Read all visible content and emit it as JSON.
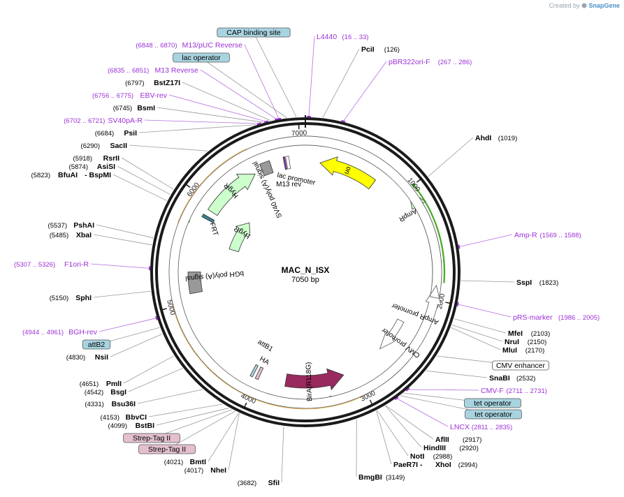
{
  "credit": {
    "prefix": "Created by",
    "brand": "SnapGene"
  },
  "plasmid": {
    "name": "MAC_N_ISX",
    "size_label": "7050 bp",
    "length": 7050
  },
  "colors": {
    "site_label": "#000000",
    "primer_label": "#9b30d6",
    "feature_box_blue": "#a8d4e0",
    "feature_box_pink": "#e3bfcf",
    "ori": "#ffff00",
    "ampr": "#ccffcc",
    "hygr": "#ccffcc",
    "birA": "#992a5e",
    "backbone": "#1a1a1a",
    "orange_ring": "#f0b85a",
    "green_arrow": "#44aa22"
  },
  "ticks": [
    {
      "pos": 1000,
      "label": "1000"
    },
    {
      "pos": 2000,
      "label": "2000"
    },
    {
      "pos": 3000,
      "label": "3000"
    },
    {
      "pos": 4000,
      "label": "4000"
    },
    {
      "pos": 5000,
      "label": "5000"
    },
    {
      "pos": 6000,
      "label": "6000"
    },
    {
      "pos": 7000,
      "label": "7000"
    }
  ],
  "labels": [
    {
      "id": "cap-binding-site",
      "kind": "boxed-blue",
      "name": "CAP binding site",
      "pos": 6985
    },
    {
      "id": "l4440",
      "kind": "primer",
      "name": "L4440",
      "coords": "(16 .. 33)",
      "pos": 25
    },
    {
      "id": "pcii",
      "kind": "site",
      "name": "PciI",
      "coords": "(126)",
      "pos": 126
    },
    {
      "id": "pbr322ori-f",
      "kind": "primer",
      "name": "pBR322ori-F",
      "coords": "(267 .. 286)",
      "pos": 276
    },
    {
      "id": "m13-puc-reverse",
      "kind": "primer",
      "name": "M13/pUC Reverse",
      "coords": "(6848 .. 6870)",
      "pos": 6859
    },
    {
      "id": "lac-operator",
      "kind": "boxed-blue",
      "name": "lac operator",
      "pos": 6915
    },
    {
      "id": "m13-reverse",
      "kind": "primer",
      "name": "M13 Reverse",
      "coords": "(6835 .. 6851)",
      "pos": 6843
    },
    {
      "id": "bstz17i",
      "kind": "site",
      "name": "BstZ17I",
      "coords": "(6797)",
      "pos": 6797
    },
    {
      "id": "ebv-rev",
      "kind": "primer",
      "name": "EBV-rev",
      "coords": "(6756 .. 6775)",
      "pos": 6765
    },
    {
      "id": "bsmi",
      "kind": "site",
      "name": "BsmI",
      "coords": "(6745)",
      "pos": 6745
    },
    {
      "id": "sv40pa-r",
      "kind": "primer",
      "name": "SV40pA-R",
      "coords": "(6702 .. 6721)",
      "pos": 6711
    },
    {
      "id": "psii",
      "kind": "site",
      "name": "PsiI",
      "coords": "(6684)",
      "pos": 6684
    },
    {
      "id": "sacii",
      "kind": "site",
      "name": "SacII",
      "coords": "(6290)",
      "pos": 6290
    },
    {
      "id": "rsrii",
      "kind": "site",
      "name": "RsrII",
      "coords": "(5918)",
      "pos": 5918
    },
    {
      "id": "asisi",
      "kind": "site",
      "name": "AsiSI",
      "coords": "(5874)",
      "pos": 5874
    },
    {
      "id": "bfuai",
      "kind": "site",
      "name": "BfuAI",
      "coords": "(5823)",
      "extra": "- BspMI",
      "pos": 5823
    },
    {
      "id": "pshai",
      "kind": "site",
      "name": "PshAI",
      "coords": "(5537)",
      "pos": 5537
    },
    {
      "id": "xbai",
      "kind": "site",
      "name": "XbaI",
      "coords": "(5485)",
      "pos": 5485
    },
    {
      "id": "f1ori-r",
      "kind": "primer",
      "name": "F1ori-R",
      "coords": "(5307 .. 5326)",
      "pos": 5316
    },
    {
      "id": "sphi",
      "kind": "site",
      "name": "SphI",
      "coords": "(5150)",
      "pos": 5150
    },
    {
      "id": "bgh-rev",
      "kind": "primer",
      "name": "BGH-rev",
      "coords": "(4944 .. 4961)",
      "pos": 4952
    },
    {
      "id": "attb2",
      "kind": "boxed-blue",
      "name": "attB2",
      "pos": 4880
    },
    {
      "id": "nsii",
      "kind": "site",
      "name": "NsiI",
      "coords": "(4830)",
      "pos": 4830
    },
    {
      "id": "pmli",
      "kind": "site",
      "name": "PmlI",
      "coords": "(4651)",
      "pos": 4651
    },
    {
      "id": "bsgi",
      "kind": "site",
      "name": "BsgI",
      "coords": "(4542)",
      "pos": 4542
    },
    {
      "id": "bsu36i",
      "kind": "site",
      "name": "Bsu36I",
      "coords": "(4331)",
      "pos": 4331
    },
    {
      "id": "bbvci",
      "kind": "site",
      "name": "BbvCI",
      "coords": "(4153)",
      "pos": 4153
    },
    {
      "id": "bstbi",
      "kind": "site",
      "name": "BstBI",
      "coords": "(4099)",
      "pos": 4099
    },
    {
      "id": "strep-tag-ii-1",
      "kind": "boxed-pink",
      "name": "Strep-Tag II",
      "pos": 4075
    },
    {
      "id": "strep-tag-ii-2",
      "kind": "boxed-pink",
      "name": "Strep-Tag II",
      "pos": 4050
    },
    {
      "id": "bmti",
      "kind": "site",
      "name": "BmtI",
      "coords": "(4021)",
      "pos": 4021
    },
    {
      "id": "nhei",
      "kind": "site",
      "name": "NheI",
      "coords": "(4017)",
      "pos": 4017
    },
    {
      "id": "sfii",
      "kind": "site",
      "name": "SfiI",
      "coords": "(3682)",
      "pos": 3682
    },
    {
      "id": "bmgbi",
      "kind": "site",
      "name": "BmgBI",
      "coords": "(3149)",
      "pos": 3149
    },
    {
      "id": "xhoi",
      "kind": "site",
      "name": "XhoI",
      "coords": "(2994)",
      "pre": "PaeR7I  -",
      "pos": 2994
    },
    {
      "id": "noti",
      "kind": "site",
      "name": "NotI",
      "coords": "(2988)",
      "pos": 2988
    },
    {
      "id": "hindiii",
      "kind": "site",
      "name": "HindIII",
      "coords": "(2920)",
      "pos": 2920
    },
    {
      "id": "afiii",
      "kind": "site",
      "name": "AflII",
      "coords": "(2917)",
      "pos": 2917
    },
    {
      "id": "lncx",
      "kind": "primer",
      "name": "LNCX",
      "coords": "(2811 .. 2835)",
      "pos": 2823
    },
    {
      "id": "tet-operator-2",
      "kind": "boxed-blue",
      "name": "tet operator",
      "pos": 2790
    },
    {
      "id": "tet-operator-1",
      "kind": "boxed-blue",
      "name": "tet operator",
      "pos": 2760
    },
    {
      "id": "cmv-f",
      "kind": "primer",
      "name": "CMV-F",
      "coords": "(2711 .. 2731)",
      "pos": 2721
    },
    {
      "id": "snabi",
      "kind": "site",
      "name": "SnaBI",
      "coords": "(2532)",
      "pos": 2532
    },
    {
      "id": "cmv-enhancer",
      "kind": "boxed-white",
      "name": "CMV enhancer",
      "pos": 2400
    },
    {
      "id": "mlui",
      "kind": "site",
      "name": "MluI",
      "coords": "(2170)",
      "pos": 2170
    },
    {
      "id": "nrui",
      "kind": "site",
      "name": "NruI",
      "coords": "(2150)",
      "pos": 2150
    },
    {
      "id": "mfei",
      "kind": "site",
      "name": "MfeI",
      "coords": "(2103)",
      "pos": 2103
    },
    {
      "id": "prs-marker",
      "kind": "primer",
      "name": "pRS-marker",
      "coords": "(1986 .. 2005)",
      "pos": 1995
    },
    {
      "id": "sspi",
      "kind": "site",
      "name": "SspI",
      "coords": "(1823)",
      "pos": 1823
    },
    {
      "id": "amp-r",
      "kind": "primer",
      "name": "Amp-R",
      "coords": "(1569 .. 1588)",
      "pos": 1578
    },
    {
      "id": "ahdi",
      "kind": "site",
      "name": "AhdI",
      "coords": "(1019)",
      "pos": 1019
    }
  ],
  "features": [
    {
      "id": "ori",
      "name": "ori",
      "start": 150,
      "end": 730,
      "dir": -1,
      "color": "#ffff00"
    },
    {
      "id": "ampr",
      "name": "AmpR",
      "start": 1010,
      "end": 1870,
      "dir": -1,
      "color": "#ccffcc"
    },
    {
      "id": "ampr-promoter",
      "name": "AmpR promoter",
      "start": 1875,
      "end": 1980,
      "dir": -1,
      "color": "#ffffff"
    },
    {
      "id": "cmv-promoter",
      "name": "CMV promoter",
      "start": 2290,
      "end": 2660,
      "dir": 1,
      "color": "#ffffff"
    },
    {
      "id": "bira",
      "name": "BirA(R118G)",
      "start": 3125,
      "end": 3725,
      "dir": -1,
      "color": "#992a5e"
    },
    {
      "id": "ha",
      "name": "HA",
      "start": 3990,
      "end": 4020,
      "dir": 0,
      "color": "#e3bfcf"
    },
    {
      "id": "attb1",
      "name": "attB1",
      "start": 4050,
      "end": 4075,
      "dir": 0,
      "color": "#a8d4e0"
    },
    {
      "id": "bgh-polya",
      "name": "bGH poly(A) signal",
      "start": 5080,
      "end": 5290,
      "dir": 0,
      "color": "#999999"
    },
    {
      "id": "frt",
      "name": "FRT",
      "start": 5840,
      "end": 5870,
      "dir": 0,
      "color": "#3a7f8c"
    },
    {
      "id": "hygr-inner",
      "name": "HygR",
      "start": 5620,
      "end": 6100,
      "dir": 1,
      "color": "#ccffcc"
    },
    {
      "id": "hygr-outer",
      "name": "HygR",
      "start": 5930,
      "end": 6520,
      "dir": 1,
      "color": "#ccffcc"
    },
    {
      "id": "sv40-polya",
      "name": "SV40 poly(A) signal",
      "start": 6600,
      "end": 6700,
      "dir": 0,
      "color": "#999999"
    },
    {
      "id": "m13-rev",
      "name": "M13 rev",
      "start": 6835,
      "end": 6851,
      "dir": 0,
      "color": "#9b30d6"
    },
    {
      "id": "lac-promoter",
      "name": "lac promoter",
      "start": 6860,
      "end": 6890,
      "dir": 0,
      "color": "#ffffff"
    }
  ],
  "arcs": [
    {
      "id": "orange-arc-top",
      "start": 5700,
      "end": 6550
    },
    {
      "id": "orange-arc-bottom",
      "start": 3030,
      "end": 5020
    },
    {
      "id": "green-arc-ampr",
      "start": 1000,
      "end": 1850,
      "dir": -1
    },
    {
      "id": "green-arc-hygr",
      "start": 5750,
      "end": 6500,
      "dir": -1
    },
    {
      "id": "green-arc-bottom",
      "start": 3300,
      "end": 4650,
      "dir": -1
    }
  ]
}
